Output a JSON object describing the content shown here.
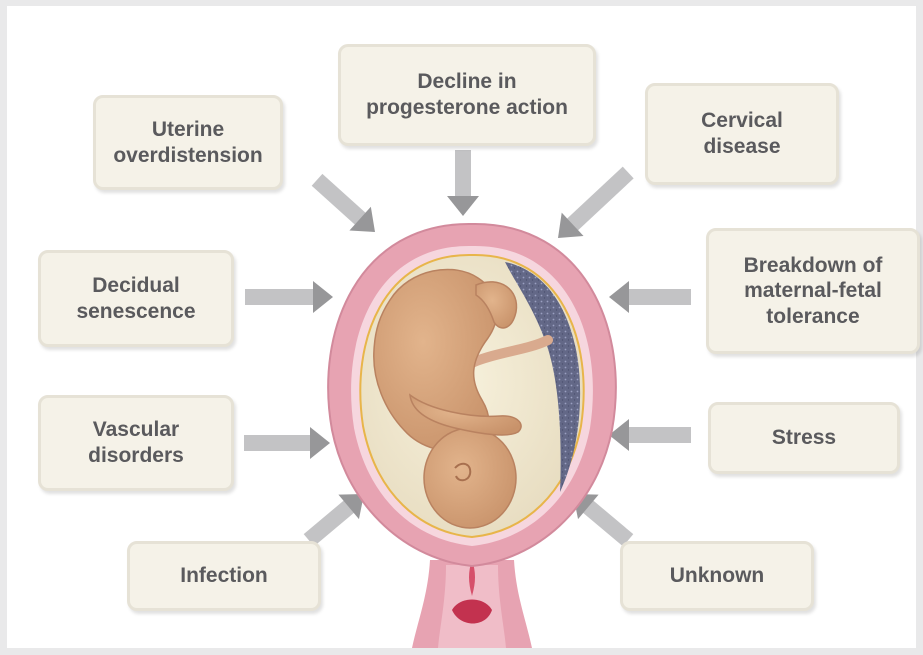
{
  "factors": {
    "uterine_overdistension": "Uterine\noverdistension",
    "decline_in_progesterone": "Decline in\nprogesterone action",
    "cervical_disease": "Cervical\ndisease",
    "decidual_senescence": "Decidual\nsenescence",
    "breakdown_tolerance": "Breakdown of\nmaternal-fetal\ntolerance",
    "vascular_disorders": "Vascular\ndisorders",
    "stress": "Stress",
    "infection": "Infection",
    "unknown": "Unknown"
  },
  "colors": {
    "box_fill": "#f5f2e8",
    "box_border": "#e6e2d6",
    "text": "#5a5a5d",
    "arrow": "#8c8c8e",
    "uterus_wall": "#e7a3b2",
    "amniotic_fluid": "#f3ecd4",
    "fetus": "#d4a27c",
    "placenta": "#6b6f8f"
  }
}
